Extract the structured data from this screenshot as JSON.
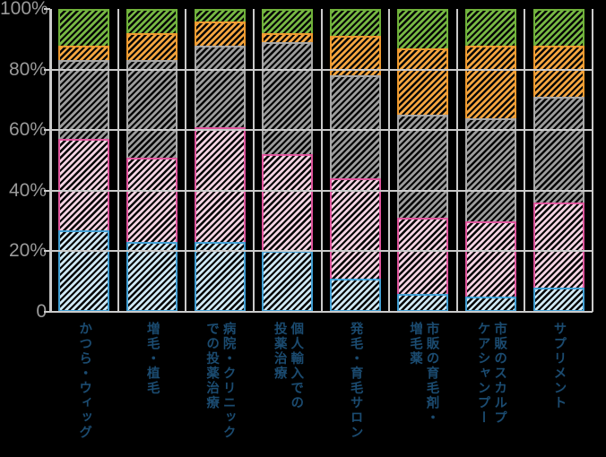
{
  "page": {
    "background_color": "#000000",
    "gridline_color": "#cbcbcb",
    "y_axis_label_color": "#9a9a9a",
    "x_axis_label_color": "#1b4b70"
  },
  "y_axis": {
    "ticks": [
      {
        "label": "100%",
        "value": 100
      },
      {
        "label": "80%",
        "value": 80
      },
      {
        "label": "60%",
        "value": 60
      },
      {
        "label": "40%",
        "value": 40
      },
      {
        "label": "20%",
        "value": 20
      },
      {
        "label": "0",
        "value": 0
      }
    ]
  },
  "chart_data": {
    "type": "bar",
    "subtype": "stacked-100-percent",
    "title": "",
    "xlabel": "",
    "ylabel": "",
    "ylim": [
      0,
      100
    ],
    "grid": true,
    "legend_position": "none",
    "hatch": "black-diagonal-forward-slash",
    "categories": [
      "かつら・ウィッグ",
      "増毛・植毛",
      "病院・クリニック\nでの投薬治療",
      "個人輸入での\n投薬治療",
      "発毛・育毛サロン",
      "市販の育毛剤・\n増毛薬",
      "市販のスカルプ\nケアシャンプー",
      "サプリメント"
    ],
    "series": [
      {
        "name": "blue-segment",
        "fill": "#cfe8f4",
        "border": "#42a0d5",
        "values": [
          27,
          23,
          23,
          20,
          11,
          6,
          5,
          8
        ]
      },
      {
        "name": "pink-segment",
        "fill": "#f4d3e2",
        "border": "#e0569e",
        "values": [
          30,
          28,
          38,
          32,
          33,
          25,
          25,
          28
        ]
      },
      {
        "name": "gray-segment",
        "fill": "#9c9c9c",
        "border": "#a8a8a8",
        "values": [
          26,
          32,
          27,
          37,
          34,
          34,
          34,
          35
        ]
      },
      {
        "name": "orange-segment",
        "fill": "#f5a53f",
        "border": "#ee9a2f",
        "values": [
          5,
          9,
          8,
          3,
          13,
          22,
          24,
          17
        ]
      },
      {
        "name": "green-segment",
        "fill": "#77b843",
        "border": "#6fb13a",
        "values": [
          12,
          8,
          4,
          8,
          9,
          13,
          12,
          12
        ]
      }
    ]
  }
}
